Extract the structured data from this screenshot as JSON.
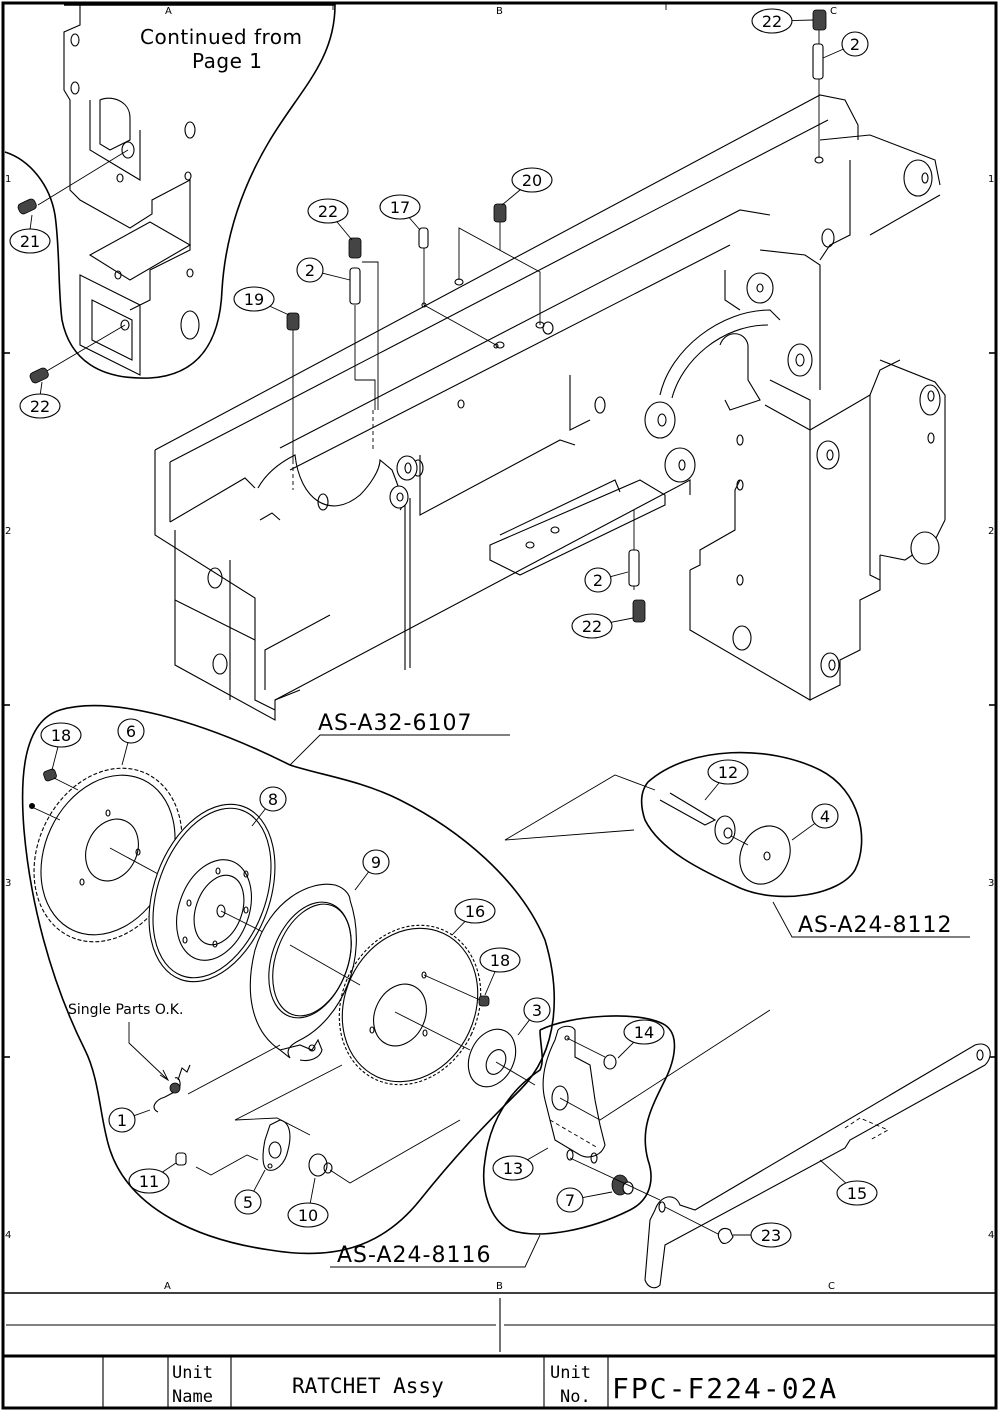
{
  "drawing": {
    "note_continued": [
      "Continued from",
      "Page 1"
    ],
    "note_single_parts": "Single Parts O.K.",
    "zone_columns_top": [
      "A",
      "B",
      "C"
    ],
    "zone_columns_bottom": [
      "A",
      "B",
      "C"
    ],
    "zone_rows_left": [
      "1",
      "2",
      "3",
      "4"
    ],
    "zone_rows_right": [
      "1",
      "2",
      "3",
      "4"
    ],
    "assemblies": [
      {
        "id": "AS-A32-6107"
      },
      {
        "id": "AS-A24-8112"
      },
      {
        "id": "AS-A24-8116"
      }
    ],
    "balloons": [
      {
        "key": "b22a",
        "label": "22"
      },
      {
        "key": "b2a",
        "label": "2"
      },
      {
        "key": "b21",
        "label": "21"
      },
      {
        "key": "b22b",
        "label": "22"
      },
      {
        "key": "b22c",
        "label": "22"
      },
      {
        "key": "b17",
        "label": "17"
      },
      {
        "key": "b20",
        "label": "20"
      },
      {
        "key": "b2b",
        "label": "2"
      },
      {
        "key": "b19",
        "label": "19"
      },
      {
        "key": "b2c",
        "label": "2"
      },
      {
        "key": "b22d",
        "label": "22"
      },
      {
        "key": "b18a",
        "label": "18"
      },
      {
        "key": "b6",
        "label": "6"
      },
      {
        "key": "b8",
        "label": "8"
      },
      {
        "key": "b9",
        "label": "9"
      },
      {
        "key": "b16",
        "label": "16"
      },
      {
        "key": "b18b",
        "label": "18"
      },
      {
        "key": "b3",
        "label": "3"
      },
      {
        "key": "b14",
        "label": "14"
      },
      {
        "key": "b12",
        "label": "12"
      },
      {
        "key": "b4",
        "label": "4"
      },
      {
        "key": "b1",
        "label": "1"
      },
      {
        "key": "b11",
        "label": "11"
      },
      {
        "key": "b5",
        "label": "5"
      },
      {
        "key": "b10",
        "label": "10"
      },
      {
        "key": "b13",
        "label": "13"
      },
      {
        "key": "b7",
        "label": "7"
      },
      {
        "key": "b15",
        "label": "15"
      },
      {
        "key": "b23",
        "label": "23"
      }
    ]
  },
  "title_block": {
    "unit_name_label": [
      "Unit",
      "Name"
    ],
    "unit_name": "RATCHET Assy",
    "unit_no_label": [
      "Unit",
      "No."
    ],
    "unit_no": "FPC-F224-02A"
  }
}
